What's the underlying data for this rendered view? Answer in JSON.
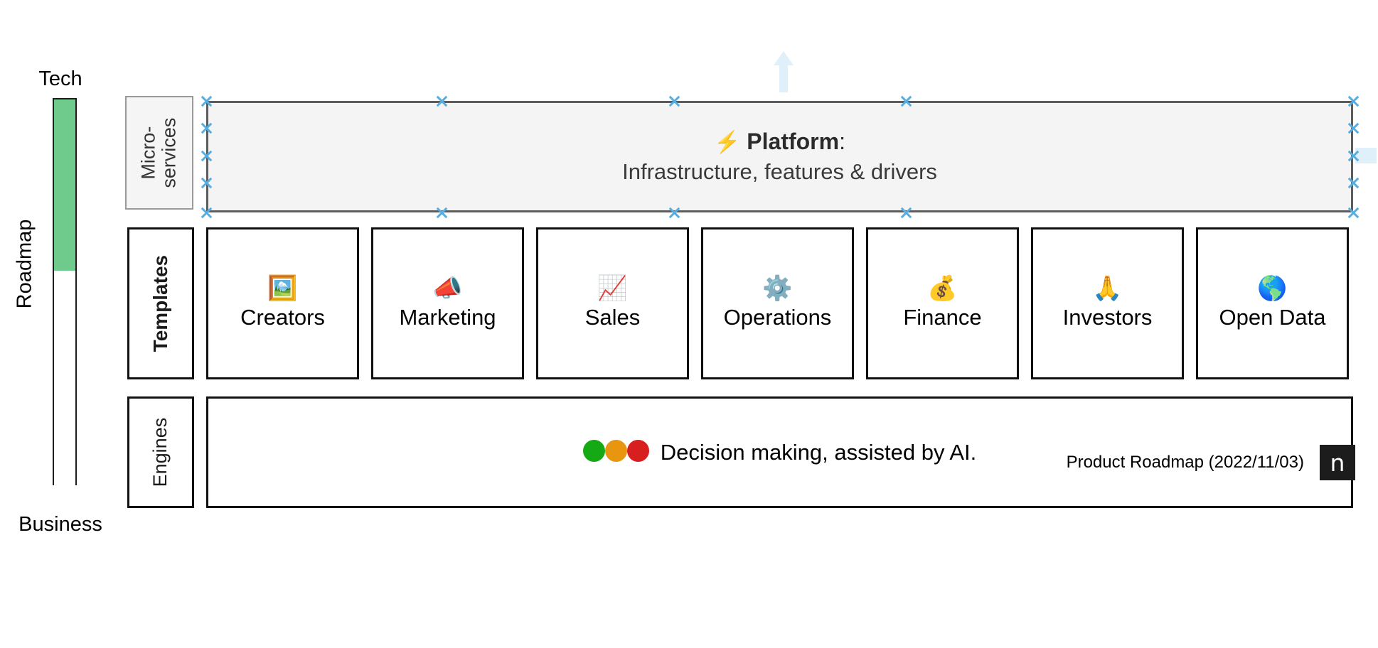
{
  "axis": {
    "top_label": "Tech",
    "bottom_label": "Business",
    "side_label": "Roadmap",
    "progress_color": "#6ecb8b"
  },
  "rows": {
    "microservices_label": "Micro-",
    "microservices_label_2": "services",
    "templates_label": "Templates",
    "engines_label": "Engines"
  },
  "platform": {
    "icon": "⚡",
    "title": "Platform",
    "title_suffix": ":",
    "subtitle": "Infrastructure, features & drivers",
    "border_color": "#5c5c5c",
    "fill_color": "#f4f4f4",
    "selected": true,
    "handle_color": "#56aee0"
  },
  "templates": [
    {
      "icon": "🖼️",
      "icon_name": "framed-picture-icon",
      "label": "Creators"
    },
    {
      "icon": "📣",
      "icon_name": "megaphone-icon",
      "label": "Marketing"
    },
    {
      "icon": "📈",
      "icon_name": "chart-increasing-icon",
      "label": "Sales"
    },
    {
      "icon": "⚙️",
      "icon_name": "gear-icon",
      "label": "Operations"
    },
    {
      "icon": "💰",
      "icon_name": "money-bag-icon",
      "label": "Finance"
    },
    {
      "icon": "🙏",
      "icon_name": "folded-hands-icon",
      "label": "Investors"
    },
    {
      "icon": "🌎",
      "icon_name": "globe-americas-icon",
      "label": "Open Data"
    }
  ],
  "engines": {
    "text": "Decision making, assisted by AI.",
    "dots": [
      {
        "name": "status-dot-green",
        "color": "#16a916"
      },
      {
        "name": "status-dot-orange",
        "color": "#e8960f"
      },
      {
        "name": "status-dot-red",
        "color": "#d81f1f"
      }
    ]
  },
  "footer": {
    "caption": "Product Roadmap (2022/11/03)",
    "logo_letter": "n",
    "logo_bg": "#1c1c1c"
  }
}
